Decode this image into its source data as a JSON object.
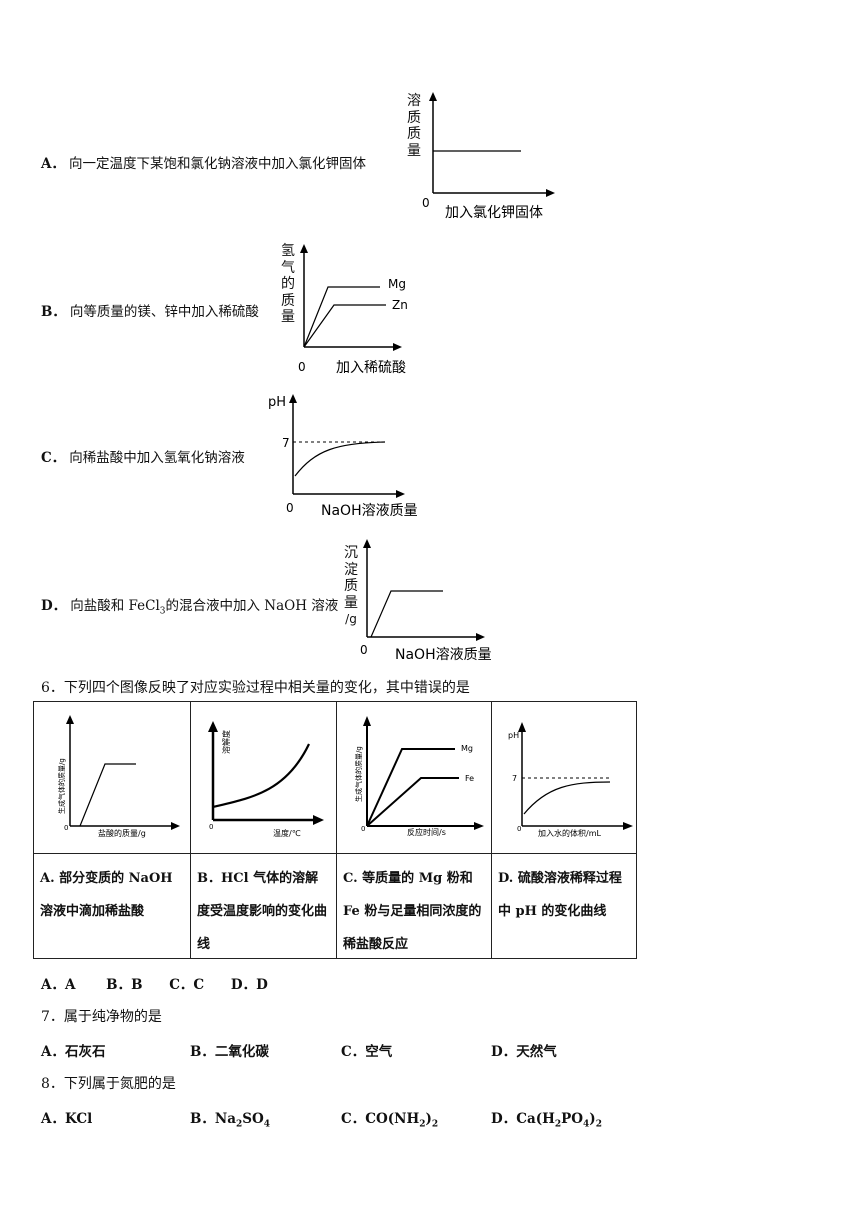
{
  "optA": {
    "letter": "A．",
    "text": "向一定温度下某饱和氯化钠溶液中加入氯化钾固体",
    "y_label": [
      "溶",
      "质",
      "质",
      "量"
    ],
    "origin": "0",
    "x_label": "加入氯化钾固体"
  },
  "optB": {
    "letter": "B．",
    "text": "向等质量的镁、锌中加入稀硫酸",
    "y_label": [
      "氢",
      "气",
      "的",
      "质",
      "量"
    ],
    "origin": "0",
    "x_label": "加入稀硫酸",
    "series": [
      "Mg",
      "Zn"
    ]
  },
  "optC": {
    "letter": "C．",
    "text": "向稀盐酸中加入氢氧化钠溶液",
    "y_label": "pH",
    "origin": "0",
    "tick": "7",
    "x_label": "NaOH溶液质量"
  },
  "optD": {
    "letter": "D．",
    "text_before": "向盐酸和 FeCl",
    "sub": "3",
    "text_after": "的混合液中加入 NaOH 溶液",
    "y_label": [
      "沉",
      "淀",
      "质",
      "量",
      "/g"
    ],
    "origin": "0",
    "x_label": "NaOH溶液质量"
  },
  "q6": {
    "stem": "6．下列四个图像反映了对应实验过程中相关量的变化，其中错误的是",
    "charts": [
      {
        "ylabel": "生成气体的质量/g",
        "xlabel": "盐酸的质量/g",
        "origin": "0"
      },
      {
        "ylabel": "溶解度",
        "xlabel": "温度/℃",
        "origin": "0"
      },
      {
        "ylabel": "生成气体的质量/g",
        "xlabel": "反应时间/s",
        "origin": "0",
        "series": [
          "Mg",
          "Fe"
        ]
      },
      {
        "ylabel": "pH",
        "xlabel": "加入水的体积/mL",
        "origin": "0",
        "tick": "7"
      }
    ],
    "captions": [
      "A. 部分变质的 NaOH 溶液中滴加稀盐酸",
      "B．HCl 气体的溶解度受温度影响的变化曲线",
      "C. 等质量的 Mg 粉和 Fe 粉与足量相同浓度的稀盐酸反应",
      "D. 硫酸溶液稀释过程中 pH 的变化曲线"
    ],
    "answers": [
      "A．A",
      "B．B",
      "C．C",
      "D．D"
    ]
  },
  "q7": {
    "stem": "7．属于纯净物的是",
    "options": [
      "A．石灰石",
      "B．二氧化碳",
      "C．空气",
      "D．天然气"
    ]
  },
  "q8": {
    "stem": "8．下列属于氮肥的是",
    "options": [
      "A．KCl",
      "B．Na",
      "C．CO(NH",
      "D．Ca(H"
    ]
  }
}
